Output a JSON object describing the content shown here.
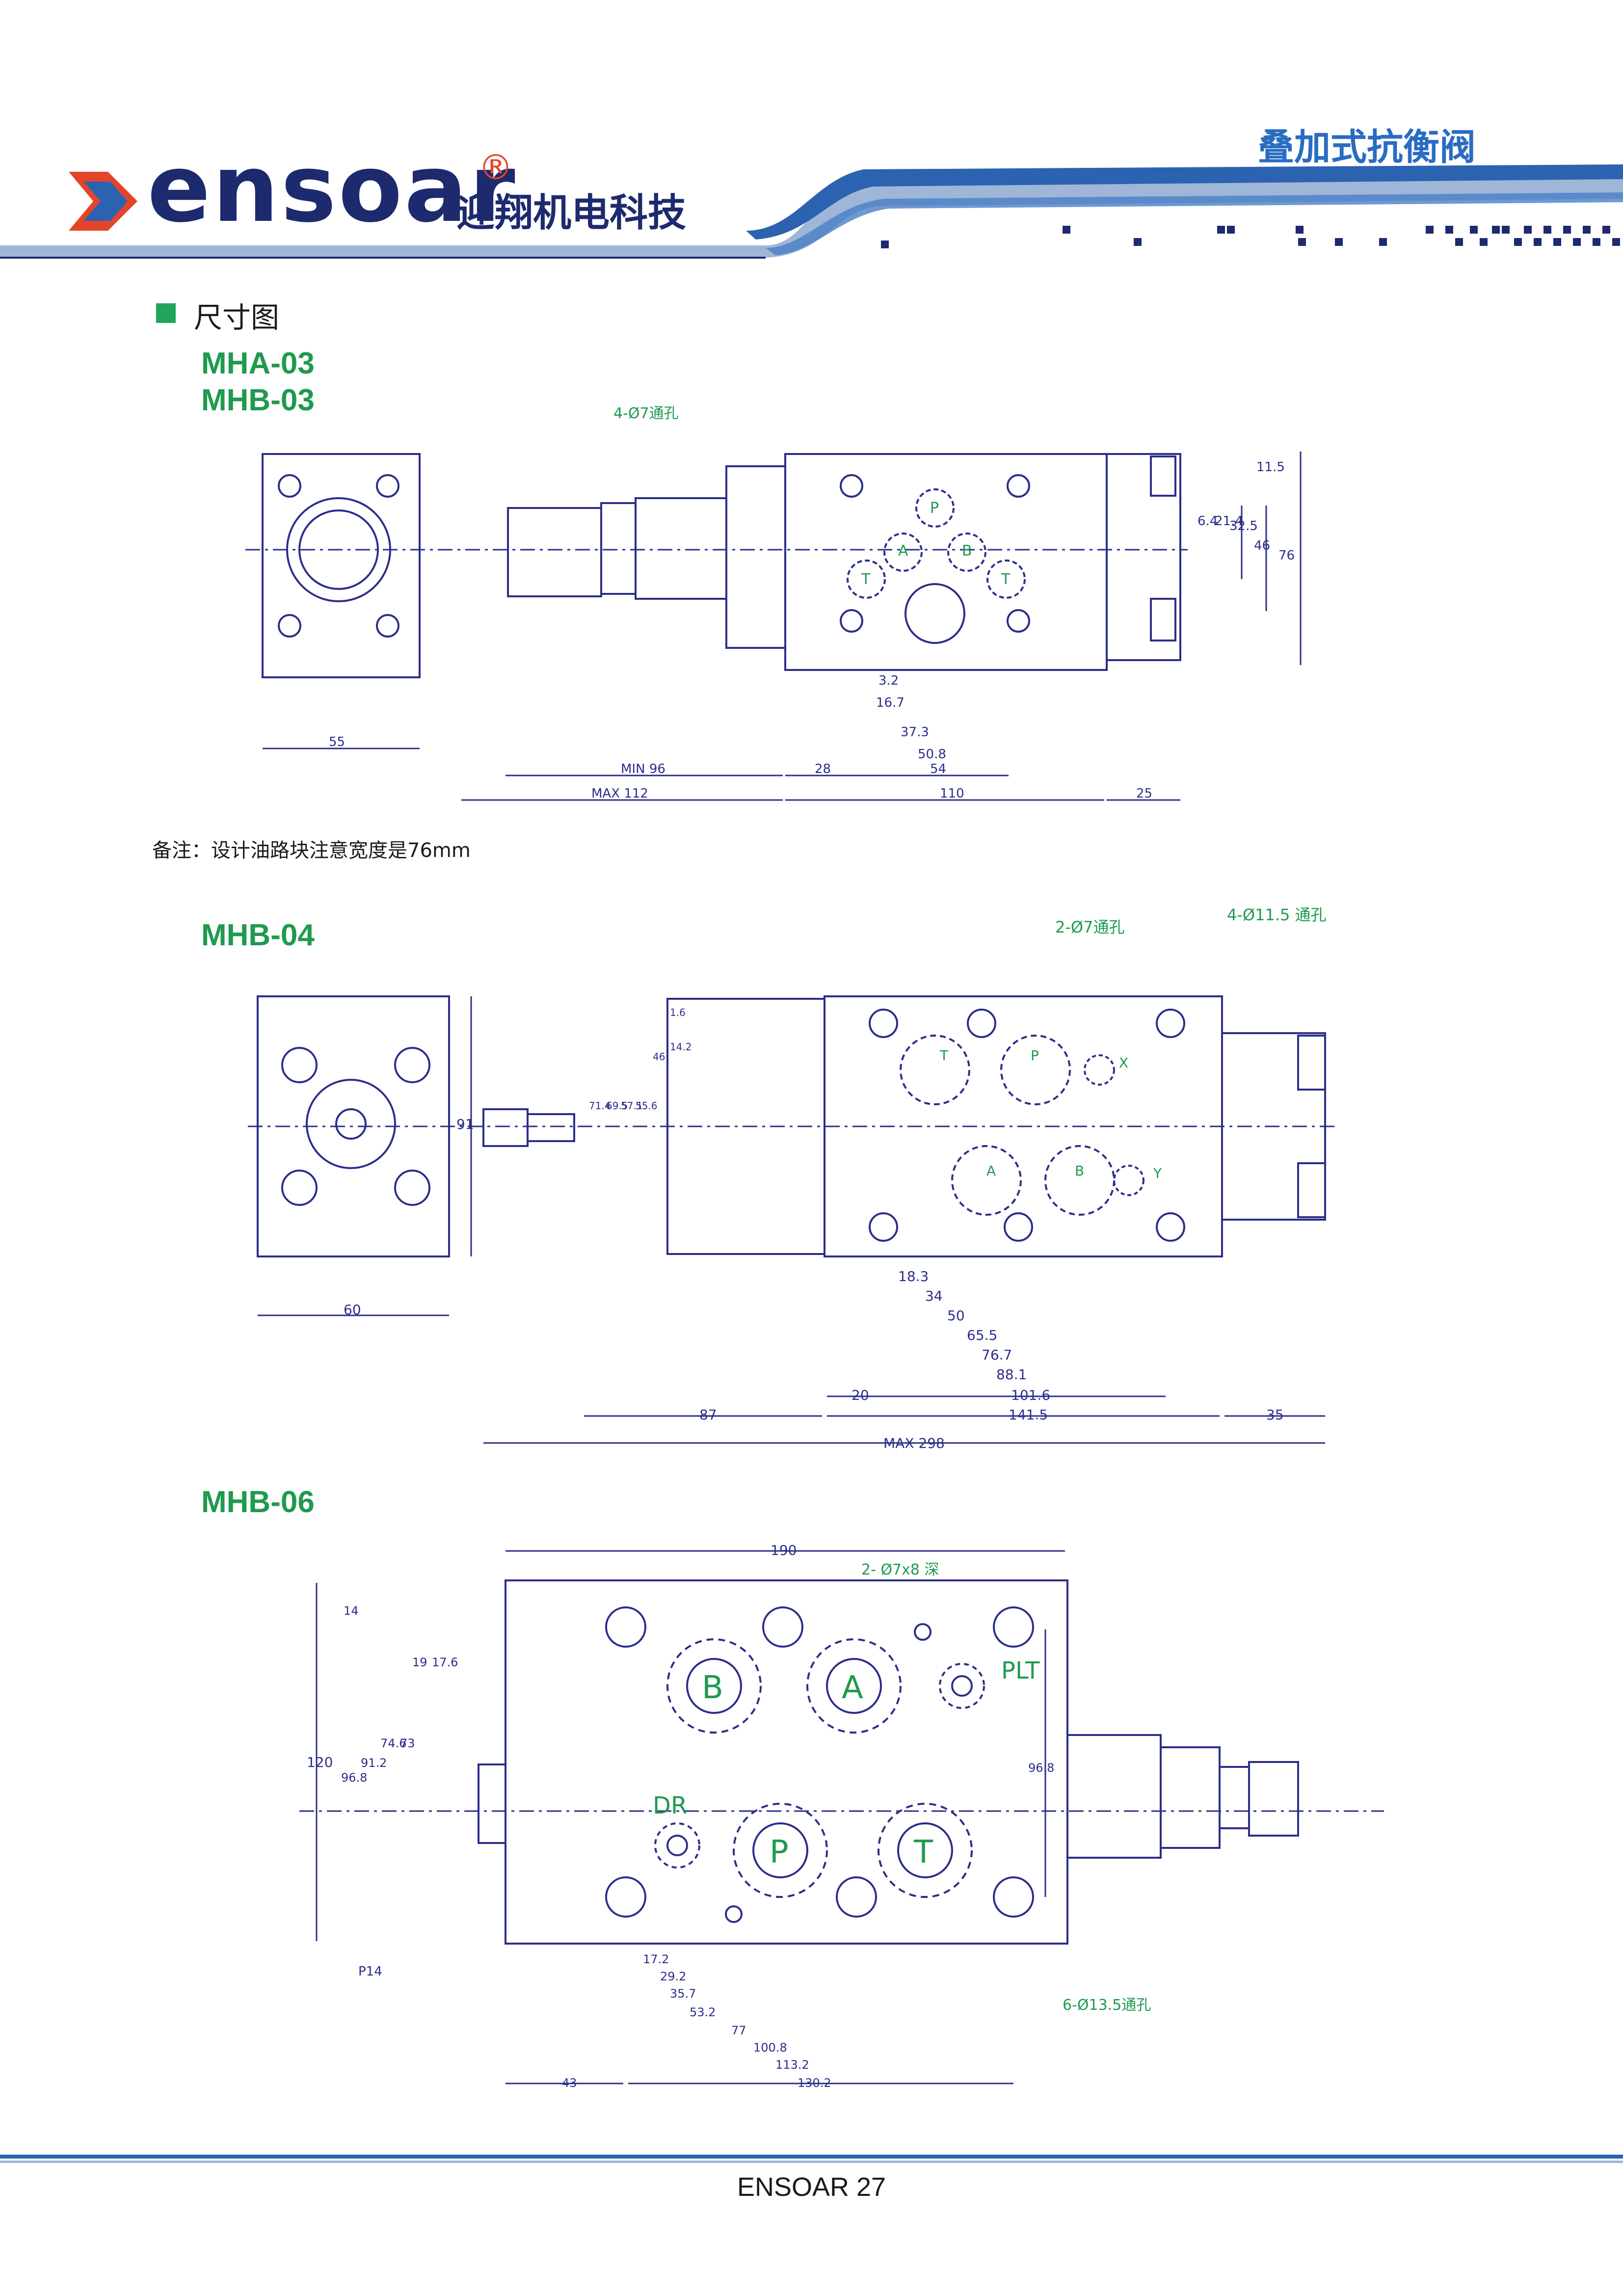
{
  "header": {
    "brand_word": "ensoar",
    "brand_registered": "®",
    "brand_cn": "迎翔机电科技",
    "page_title": "叠加式抗衡阀",
    "colors": {
      "brand_blue": "#1e2a6e",
      "accent_blue": "#2a6cc2",
      "logo_orange": "#e4452a",
      "green": "#22a55a",
      "drawing_blue": "#2b2e8a"
    }
  },
  "section": {
    "icon": "green-square-icon",
    "title": "尺寸图"
  },
  "drawings": {
    "mha03": {
      "model_a": "MHA-03",
      "model_b": "MHB-03",
      "callout_holes": "4-Ø7通孔",
      "port_labels": [
        "P",
        "A",
        "B",
        "T",
        "T"
      ],
      "dims_bottom": [
        "55",
        "MIN 96",
        "MAX 112",
        "28",
        "54",
        "110",
        "25",
        "3.2",
        "16.7",
        "37.3",
        "50.8"
      ],
      "dims_right": [
        "11.5",
        "6.4",
        "21.4",
        "32.5",
        "46",
        "76"
      ]
    },
    "note": "备注：设计油路块注意宽度是76mm",
    "mhb04": {
      "model": "MHB-04",
      "callout_holes_a": "2-Ø7通孔",
      "callout_holes_b": "4-Ø11.5 通孔",
      "port_labels": [
        "T",
        "P",
        "X",
        "A",
        "B",
        "Y"
      ],
      "dims_left": [
        "91",
        "71.4",
        "69.5",
        "57.1",
        "55.6",
        "46",
        "14.2",
        "1.6"
      ],
      "dims_bottom": [
        "60",
        "18.3",
        "34",
        "50",
        "65.5",
        "76.7",
        "88.1",
        "101.6",
        "20",
        "87",
        "141.5",
        "35",
        "MAX 298"
      ]
    },
    "mhb06": {
      "model": "MHB-06",
      "callout_holes_a": "2- Ø7x8 深",
      "callout_holes_b": "6-Ø13.5通孔",
      "callout_p14": "P14",
      "port_labels": [
        "B",
        "A",
        "PLT",
        "DR",
        "P",
        "T"
      ],
      "dims_left": [
        "14",
        "19",
        "17.6",
        "120",
        "96.8",
        "91.2",
        "74.6",
        "73"
      ],
      "dims_right": [
        "96.8"
      ],
      "dims_top": [
        "190"
      ],
      "dims_bottom": [
        "17.2",
        "29.2",
        "35.7",
        "53.2",
        "77",
        "100.8",
        "113.2",
        "130.2",
        "43"
      ]
    }
  },
  "footer": {
    "text": "ENSOAR  27"
  }
}
